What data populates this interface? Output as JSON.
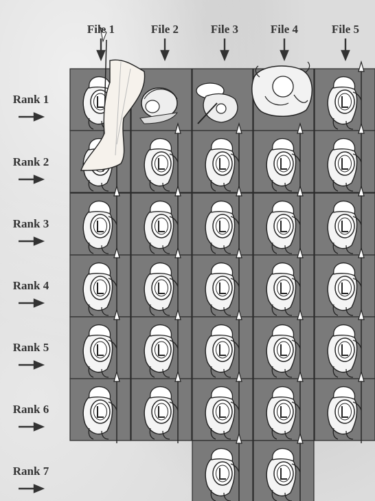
{
  "files": [
    {
      "label": "File 1"
    },
    {
      "label": "File 2"
    },
    {
      "label": "File 3"
    },
    {
      "label": "File 4"
    },
    {
      "label": "File 5"
    }
  ],
  "ranks": [
    {
      "label": "Rank 1"
    },
    {
      "label": "Rank 2"
    },
    {
      "label": "Rank 3"
    },
    {
      "label": "Rank 4"
    },
    {
      "label": "Rank 5"
    },
    {
      "label": "Rank 6"
    },
    {
      "label": "Rank 7"
    }
  ],
  "rank_file_counts": [
    5,
    5,
    5,
    5,
    5,
    5,
    2
  ],
  "rank7_files": [
    3,
    4
  ],
  "command_group": {
    "file_1": "standard-bearer",
    "file_2": "musician",
    "file_3": "champion",
    "file_4": "character",
    "file_5": "trooper"
  },
  "colors": {
    "base": "#7a7a7a",
    "base_border": "#2b2b2b",
    "figure_fill": "#f4f4f4",
    "figure_stroke": "#222222",
    "label": "#333333"
  }
}
